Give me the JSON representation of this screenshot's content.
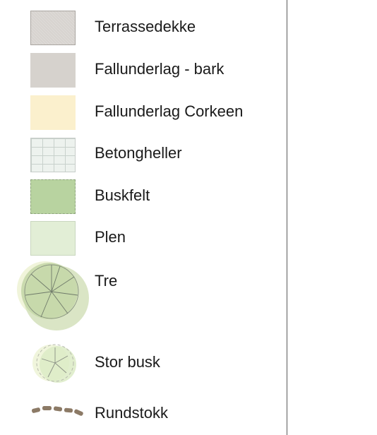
{
  "legend": {
    "items": [
      {
        "label": "Terrassedekke",
        "color": "#d7d3cf",
        "icon": "hatched-swatch"
      },
      {
        "label": "Fallunderlag - bark",
        "color": "#d6d2cd",
        "icon": "swatch"
      },
      {
        "label": "Fallunderlag Corkeen",
        "color": "#fbf0cd",
        "icon": "swatch"
      },
      {
        "label": "Betongheller",
        "color": "#edf2ee",
        "icon": "tile-grid-swatch"
      },
      {
        "label": "Buskfelt",
        "color": "#b8d3a0",
        "icon": "dashed-swatch"
      },
      {
        "label": "Plen",
        "color": "#e2eed6",
        "icon": "swatch"
      },
      {
        "label": "Tre",
        "color": "#d3e0bb",
        "icon": "tree-canopy-icon"
      },
      {
        "label": "Stor busk",
        "color": "#dcebc5",
        "icon": "shrub-icon"
      },
      {
        "label": "Rundstokk",
        "color": "#8c7a66",
        "icon": "log-row-icon"
      }
    ]
  }
}
